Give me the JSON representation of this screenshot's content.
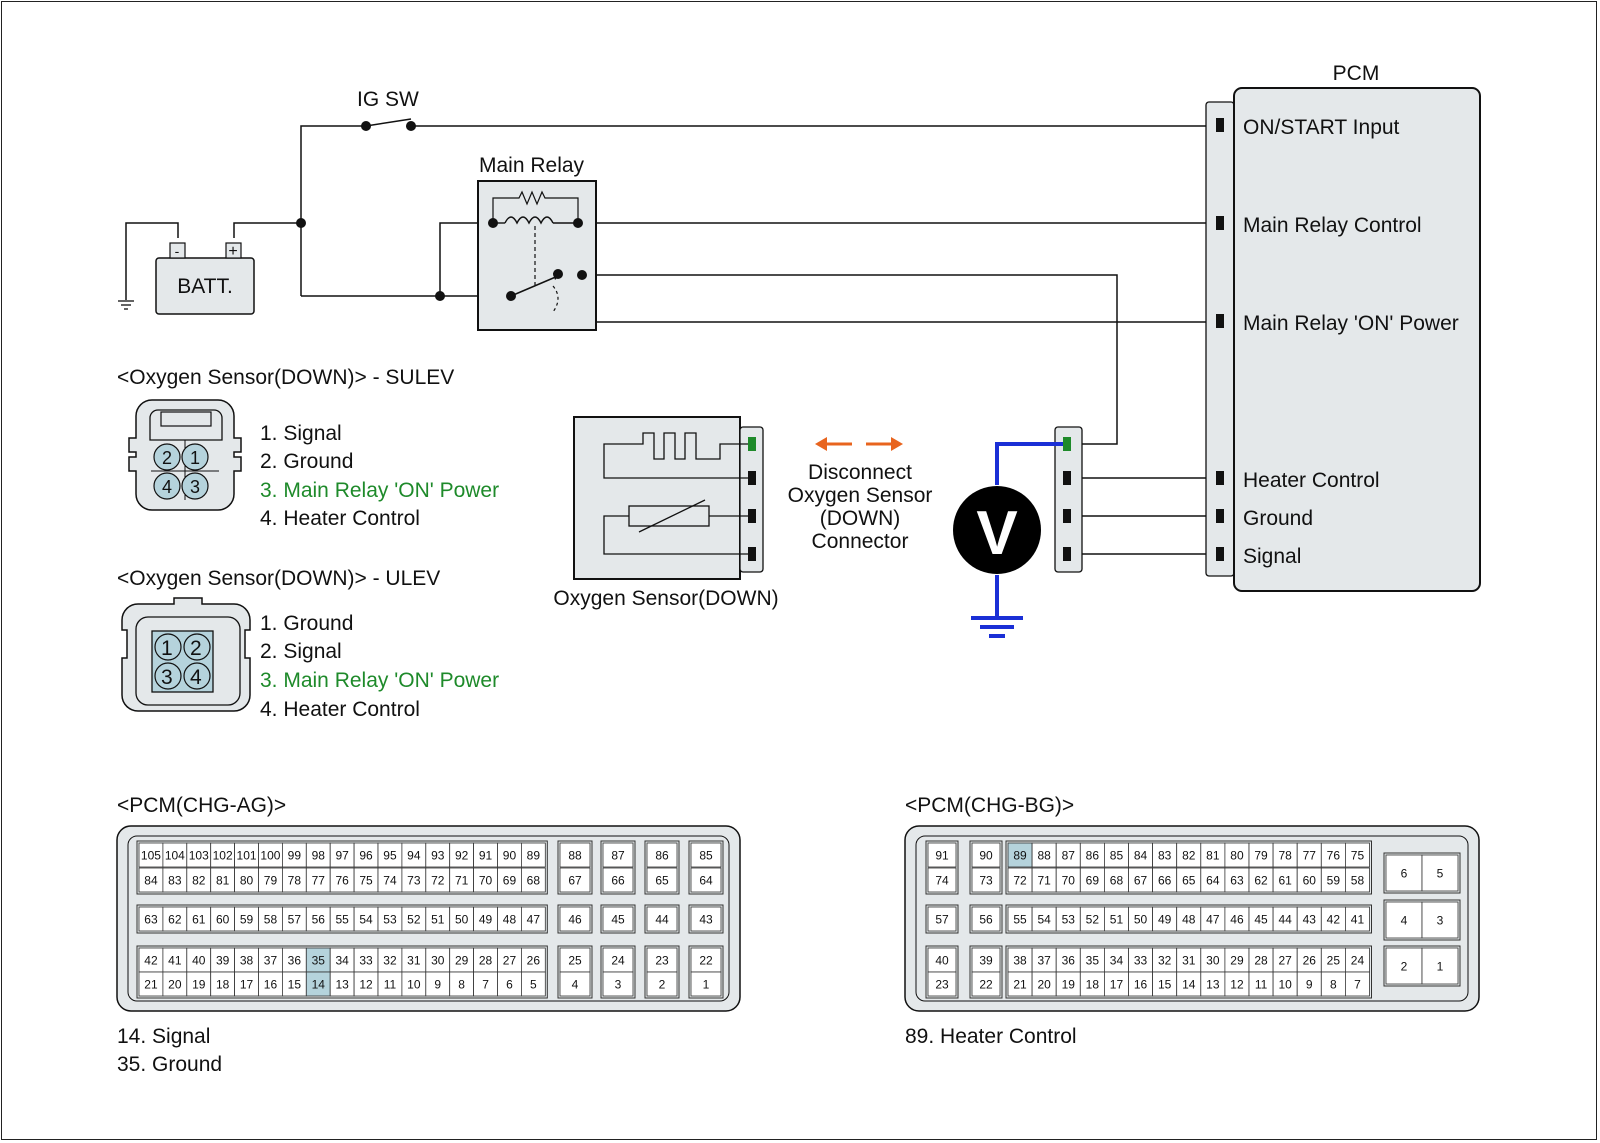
{
  "colors": {
    "line": "#111111",
    "fill_box": "#e4e8ea",
    "highlight_pin": "#b5d3dc",
    "main_relay_on_power": "#1e8a2a",
    "meter_lead": "#1a2fd6",
    "disconnect_arrow": "#e8641e",
    "green_terminal": "#1e8a2a"
  },
  "labels": {
    "ig_sw": "IG SW",
    "main_relay": "Main Relay",
    "batt": "BATT.",
    "batt_minus": "-",
    "batt_plus": "+",
    "pcm": "PCM",
    "voltmeter": "V",
    "oxygen_sensor_box": "Oxygen Sensor(DOWN)",
    "disconnect_lines": [
      "Disconnect",
      "Oxygen Sensor",
      "(DOWN)",
      "Connector"
    ]
  },
  "pcm_terminals": [
    "ON/START Input",
    "Main Relay Control",
    "Main Relay 'ON' Power",
    "Heater Control",
    "Ground",
    "Signal"
  ],
  "sulev": {
    "title": "<Oxygen Sensor(DOWN)> - SULEV",
    "pins": [
      "2",
      "1",
      "4",
      "3"
    ],
    "items": [
      "1. Signal",
      "2. Ground",
      "3. Main Relay 'ON' Power",
      "4. Heater Control"
    ]
  },
  "ulev": {
    "title": "<Oxygen Sensor(DOWN)> - ULEV",
    "pins": [
      "1",
      "2",
      "3",
      "4"
    ],
    "items": [
      "1. Ground",
      "2. Signal",
      "3. Main Relay 'ON' Power",
      "4. Heater Control"
    ]
  },
  "pcm_ag": {
    "title": "<PCM(CHG-AG)>",
    "left_rows": [
      [
        "105",
        "104",
        "103",
        "102",
        "101",
        "100",
        "99",
        "98",
        "97",
        "96",
        "95",
        "94",
        "93",
        "92",
        "91",
        "90",
        "89"
      ],
      [
        "84",
        "83",
        "82",
        "81",
        "80",
        "79",
        "78",
        "77",
        "76",
        "75",
        "74",
        "73",
        "72",
        "71",
        "70",
        "69",
        "68"
      ],
      [
        "63",
        "62",
        "61",
        "60",
        "59",
        "58",
        "57",
        "56",
        "55",
        "54",
        "53",
        "52",
        "51",
        "50",
        "49",
        "48",
        "47"
      ],
      [
        "42",
        "41",
        "40",
        "39",
        "38",
        "37",
        "36",
        "35",
        "34",
        "33",
        "32",
        "31",
        "30",
        "29",
        "28",
        "27",
        "26"
      ],
      [
        "21",
        "20",
        "19",
        "18",
        "17",
        "16",
        "15",
        "14",
        "13",
        "12",
        "11",
        "10",
        "9",
        "8",
        "7",
        "6",
        "5"
      ]
    ],
    "right_cols": [
      [
        "88",
        "67",
        "46",
        "25",
        "4"
      ],
      [
        "87",
        "66",
        "45",
        "24",
        "3"
      ],
      [
        "86",
        "65",
        "44",
        "23",
        "2"
      ],
      [
        "85",
        "64",
        "43",
        "22",
        "1"
      ]
    ],
    "highlighted": [
      "35",
      "14"
    ],
    "notes": [
      "14. Signal",
      "35. Ground"
    ]
  },
  "pcm_bg": {
    "title": "<PCM(CHG-BG)>",
    "left_cols": [
      [
        "91",
        "74",
        "57",
        "40",
        "23"
      ],
      [
        "90",
        "73",
        "56",
        "39",
        "22"
      ]
    ],
    "main_rows": [
      [
        "89",
        "88",
        "87",
        "86",
        "85",
        "84",
        "83",
        "82",
        "81",
        "80",
        "79",
        "78",
        "77",
        "76",
        "75"
      ],
      [
        "72",
        "71",
        "70",
        "69",
        "68",
        "67",
        "66",
        "65",
        "64",
        "63",
        "62",
        "61",
        "60",
        "59",
        "58"
      ],
      [
        "55",
        "54",
        "53",
        "52",
        "51",
        "50",
        "49",
        "48",
        "47",
        "46",
        "45",
        "44",
        "43",
        "42",
        "41"
      ],
      [
        "38",
        "37",
        "36",
        "35",
        "34",
        "33",
        "32",
        "31",
        "30",
        "29",
        "28",
        "27",
        "26",
        "25",
        "24"
      ],
      [
        "21",
        "20",
        "19",
        "18",
        "17",
        "16",
        "15",
        "14",
        "13",
        "12",
        "11",
        "10",
        "9",
        "8",
        "7"
      ]
    ],
    "right_pairs": [
      [
        "6",
        "5"
      ],
      [
        "4",
        "3"
      ],
      [
        "2",
        "1"
      ]
    ],
    "highlighted": [
      "89"
    ],
    "notes": [
      "89. Heater Control"
    ]
  }
}
